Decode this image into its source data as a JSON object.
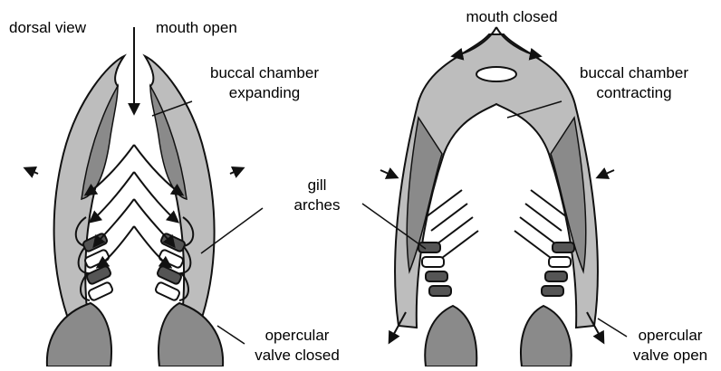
{
  "left_panel": {
    "dorsal_view": "dorsal view",
    "mouth_open": "mouth open",
    "buccal_line1": "buccal chamber",
    "buccal_line2": "expanding",
    "opercular_line1": "opercular",
    "opercular_line2": "valve closed"
  },
  "center": {
    "gill_line1": "gill",
    "gill_line2": "arches"
  },
  "right_panel": {
    "mouth_closed": "mouth closed",
    "buccal_line1": "buccal chamber",
    "buccal_line2": "contracting",
    "opercular_line1": "opercular",
    "opercular_line2": "valve open"
  },
  "colors": {
    "outer_shell": "#bdbdbd",
    "mid_layer": "#8a8a8a",
    "dark_gill": "#555555",
    "outline": "#111111"
  }
}
